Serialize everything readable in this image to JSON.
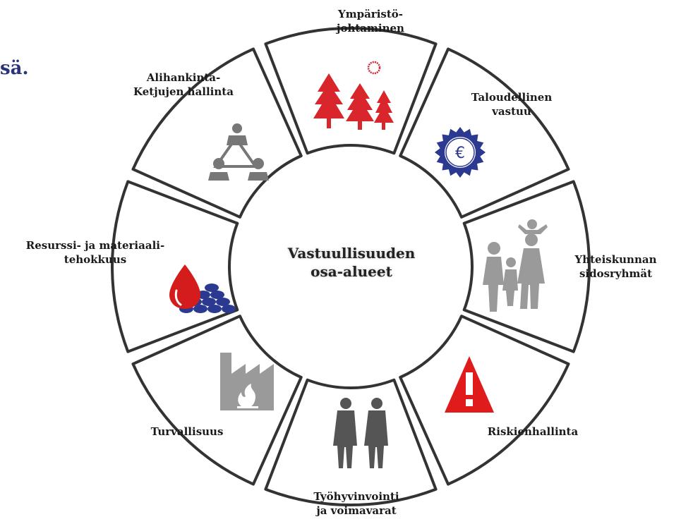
{
  "title_fragment": "sä.",
  "center": {
    "line1": "Vastuullisuuden",
    "line2": "osa-alueet"
  },
  "segments": [
    {
      "id": "ymparisto",
      "lines": [
        "Ympäristö-",
        "johtaminen"
      ],
      "icon": "trees-sun-icon"
    },
    {
      "id": "talous",
      "lines": [
        "Taloudellinen",
        "vastuu"
      ],
      "icon": "euro-seal-icon"
    },
    {
      "id": "yhteiskunta",
      "lines": [
        "Yhteiskunnan",
        "sidosryhmät"
      ],
      "icon": "family-icon"
    },
    {
      "id": "riski",
      "lines": [
        "Riskienhallinta"
      ],
      "icon": "warning-triangle-icon"
    },
    {
      "id": "tyohyvinvointi",
      "lines": [
        "Työhyvinvointi",
        "ja voimavarat"
      ],
      "icon": "two-workers-icon"
    },
    {
      "id": "turvallisuus",
      "lines": [
        "Turvallisuus"
      ],
      "icon": "factory-fire-icon"
    },
    {
      "id": "resurssi",
      "lines": [
        "Resurssi- ja materiaali-",
        "tehokkuus"
      ],
      "icon": "drop-coins-icon"
    },
    {
      "id": "alihankinta",
      "lines": [
        "Alihankinta-",
        "Ketjujen hallinta"
      ],
      "icon": "network-people-icon"
    }
  ],
  "colors": {
    "ring": "#333333",
    "red": "#d8262c",
    "navy": "#2b3990",
    "grey": "#8a8a8a",
    "dark_grey": "#555555"
  }
}
